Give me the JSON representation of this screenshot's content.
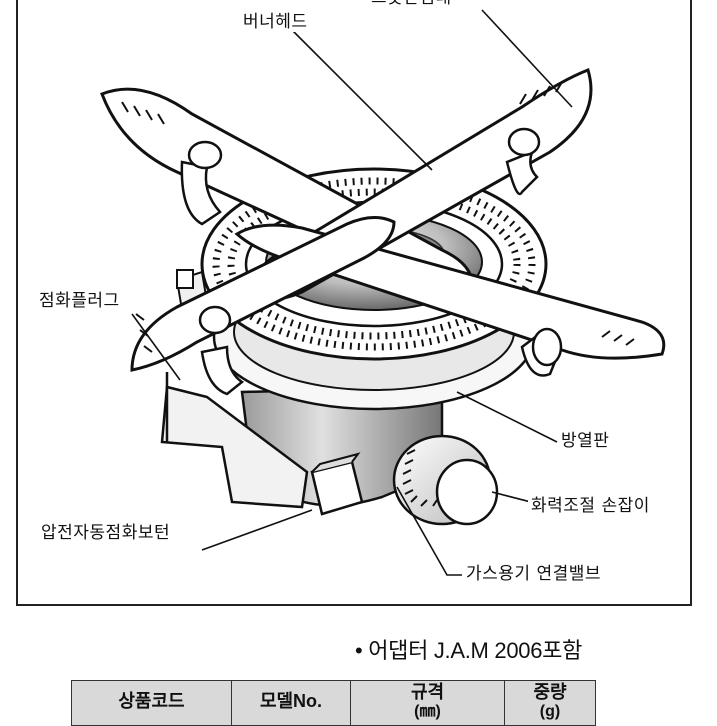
{
  "diagram": {
    "labels": {
      "trivet": "그릇받침대",
      "burner_head": "버너헤드",
      "ignition_plug": "점화플러그",
      "heat_shield": "방열판",
      "flame_control_knob": "화력조절 손잡이",
      "piezo_ignition_button": "압전자동점화보턴",
      "canister_valve": "가스용기 연결밸브"
    }
  },
  "adapter_note": "• 어댑터 J.A.M 2006포함",
  "spec_table": {
    "headers": [
      "상품코드",
      "모델No.",
      "규격",
      "중량"
    ],
    "header_units": [
      "",
      "",
      "(㎜)",
      "(g)"
    ]
  }
}
